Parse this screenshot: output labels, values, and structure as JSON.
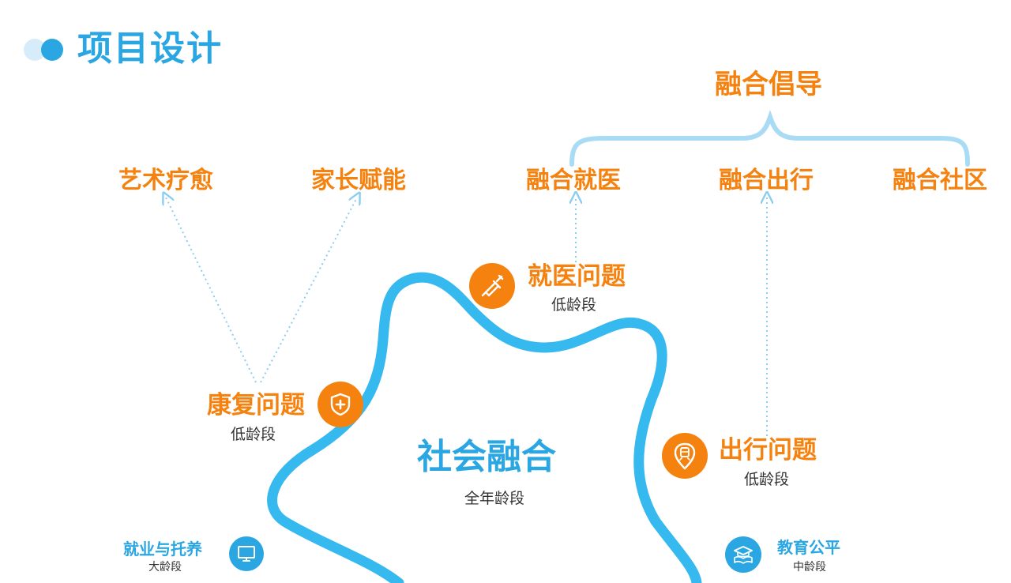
{
  "header": {
    "title": "项目设计"
  },
  "advocacy": {
    "title": "融合倡导"
  },
  "targets": {
    "art": "艺术疗愈",
    "parent": "家长赋能",
    "medical": "融合就医",
    "travel": "融合出行",
    "community": "融合社区"
  },
  "issues": {
    "medical": {
      "title": "就医问题",
      "age": "低龄段"
    },
    "rehab": {
      "title": "康复问题",
      "age": "低龄段"
    },
    "travel": {
      "title": "出行问题",
      "age": "低龄段"
    },
    "employment": {
      "title": "就业与托养",
      "age": "大龄段"
    },
    "education": {
      "title": "教育公平",
      "age": "中龄段"
    }
  },
  "center": {
    "title": "社会融合",
    "age": "全年龄段"
  },
  "icons": {
    "medical": "syringe-icon",
    "rehab": "shield-plus-icon",
    "travel": "train-pin-icon",
    "employment": "monitor-icon",
    "education": "graduation-book-icon"
  },
  "colors": {
    "accent_orange": "#f5820f",
    "accent_blue": "#2aa6e3",
    "river_blue": "#35b9ee",
    "light_blue": "#a9dcf4"
  }
}
